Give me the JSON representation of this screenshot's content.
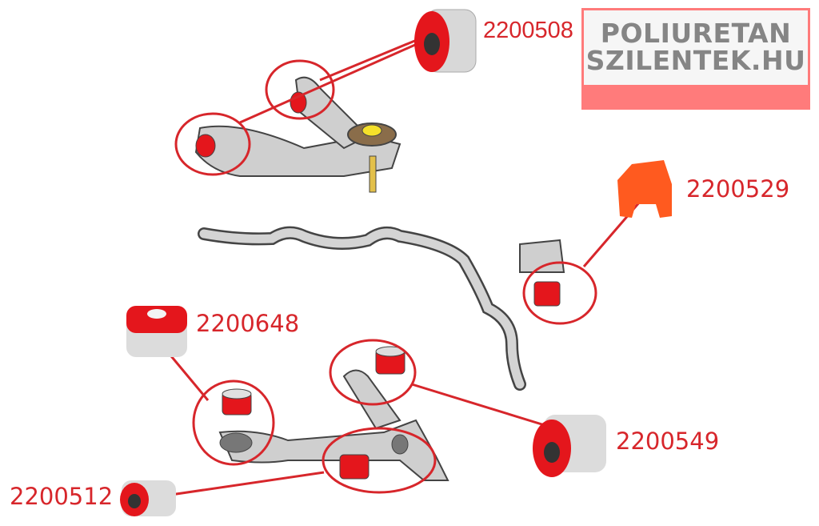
{
  "logo": {
    "line1": "POLIURETAN",
    "line2": "SZILENTEK.HU",
    "colors": {
      "frame": "#ff7b7b",
      "panel": "#f6f6f6",
      "text": "#858585"
    }
  },
  "parts": [
    {
      "code": "2200508"
    },
    {
      "code": "2200529"
    },
    {
      "code": "2200648"
    },
    {
      "code": "2200549"
    },
    {
      "code": "2200512"
    }
  ],
  "colors": {
    "accent": "#d7262b",
    "bushing": "#e4161c",
    "metal": "#c9c9c9",
    "outline": "#444444"
  }
}
